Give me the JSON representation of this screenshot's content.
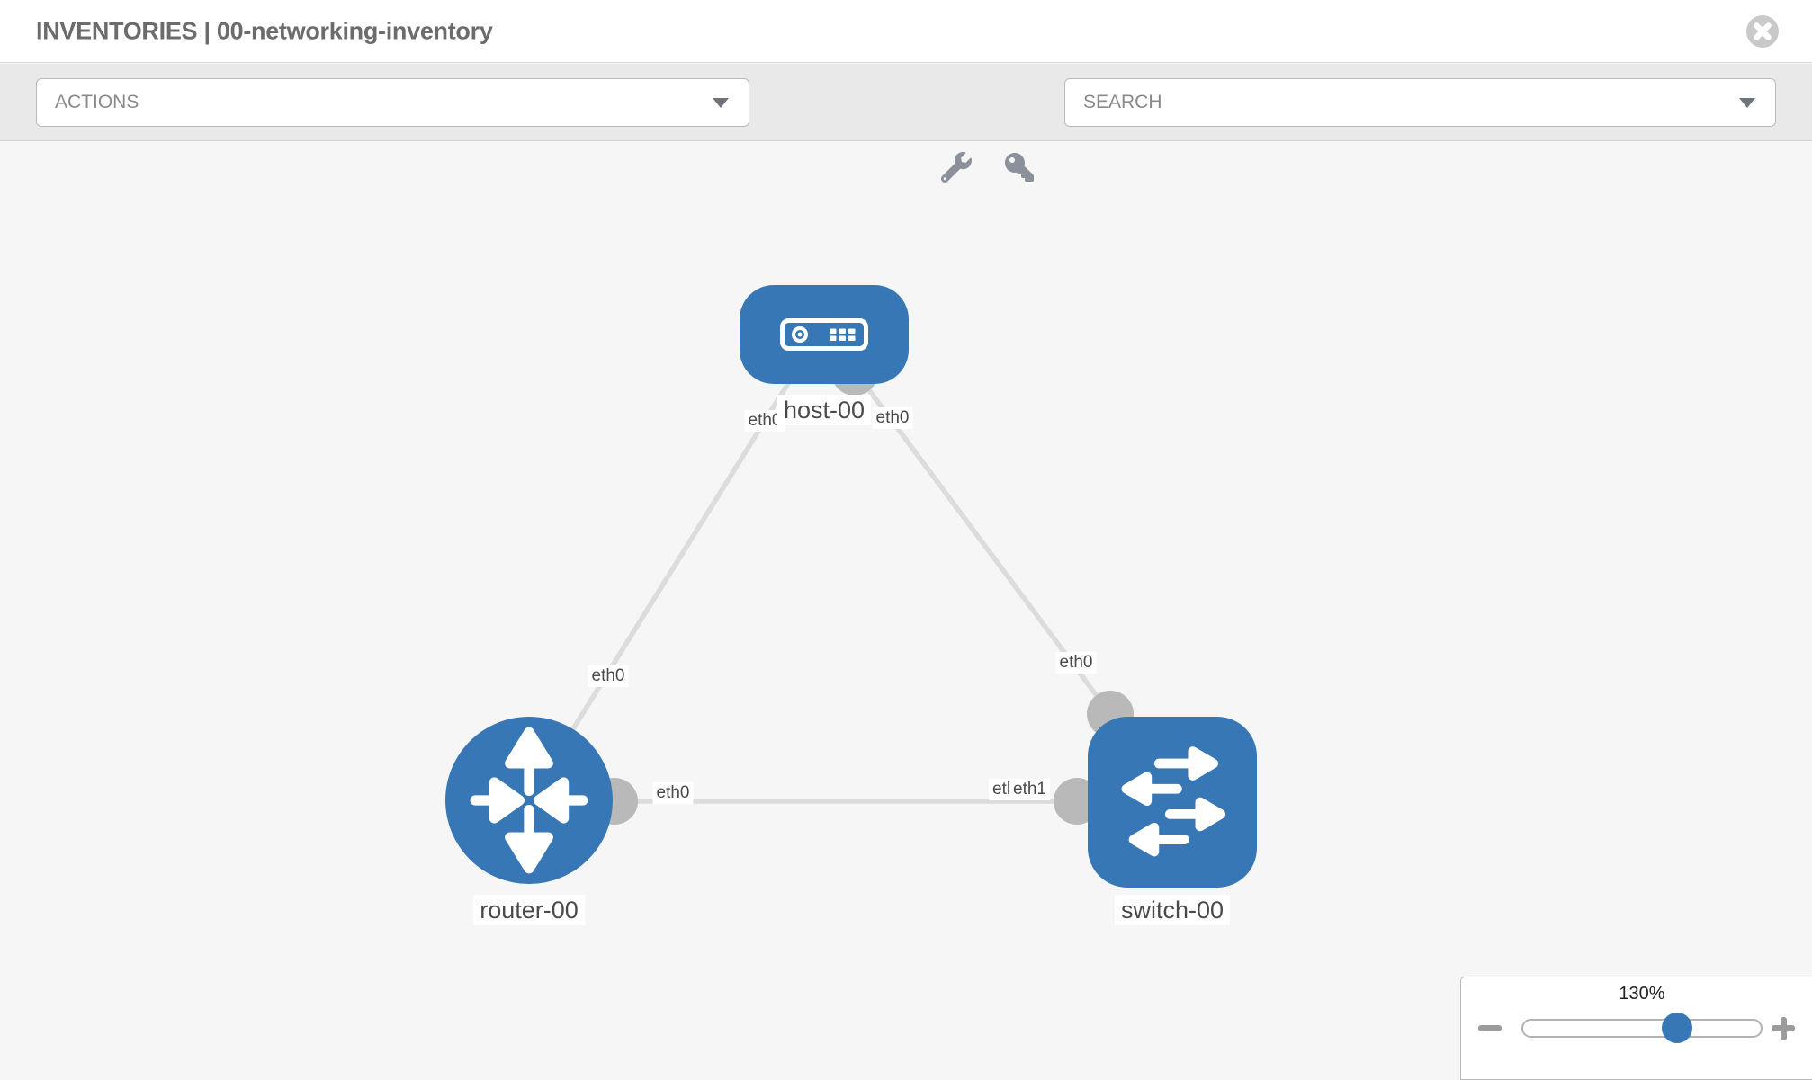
{
  "header": {
    "title": "INVENTORIES | 00-networking-inventory"
  },
  "toolbar": {
    "actions_label": "ACTIONS",
    "search_label": "SEARCH"
  },
  "topology": {
    "nodes": [
      {
        "name": "host-00",
        "type": "host"
      },
      {
        "name": "router-00",
        "type": "router"
      },
      {
        "name": "switch-00",
        "type": "switch"
      }
    ],
    "links": [
      {
        "from": "host-00",
        "to": "router-00",
        "from_label": "eth0",
        "to_label": "eth0"
      },
      {
        "from": "host-00",
        "to": "switch-00",
        "from_label": "eth0",
        "to_label": "eth0"
      },
      {
        "from": "router-00",
        "to": "switch-00",
        "from_label": "eth0",
        "to_label": "eth1",
        "to_label_hidden": "eth0"
      }
    ]
  },
  "zoom": {
    "level": "130%"
  },
  "icons": {
    "close": "x-circle-icon",
    "actions_caret": "chevron-down-icon",
    "search_caret": "chevron-down-icon",
    "tools": [
      "wrench-icon",
      "key-icon"
    ],
    "host": "host-icon",
    "router": "router-icon",
    "switch": "switch-icon",
    "zoom_out": "minus-icon",
    "zoom_in": "plus-icon"
  },
  "colors": {
    "node_fill": "#3877b5",
    "link": "#dcdcdc",
    "interface_port": "#b9b9b9",
    "toolbar_bg": "#e9e9e9",
    "canvas_bg": "#f6f6f6",
    "slider_knob": "#3877b5"
  }
}
